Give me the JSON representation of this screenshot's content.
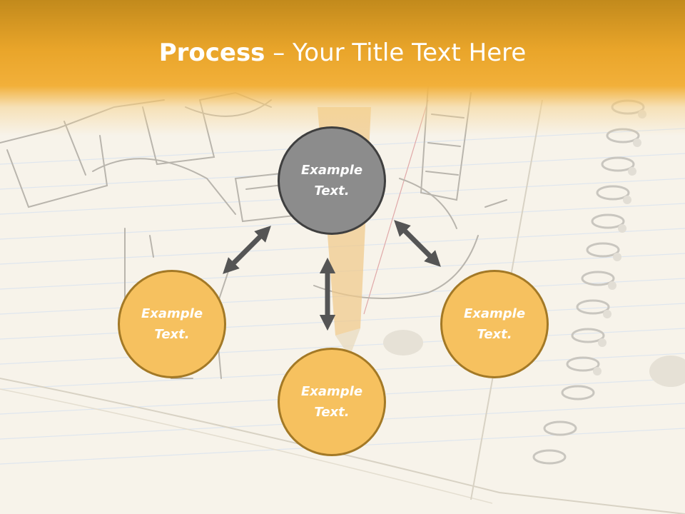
{
  "title": {
    "bold": "Process",
    "rest": " – Your Title Text Here"
  },
  "nodes": {
    "top": "Example Text.",
    "left": "Example Text.",
    "bottom": "Example Text.",
    "right": "Example Text."
  },
  "colors": {
    "header": "#f2b03a",
    "center_fill": "#8c8c8c",
    "outer_fill": "#f6c15f",
    "outer_border": "#a37926",
    "arrow": "#555555"
  }
}
